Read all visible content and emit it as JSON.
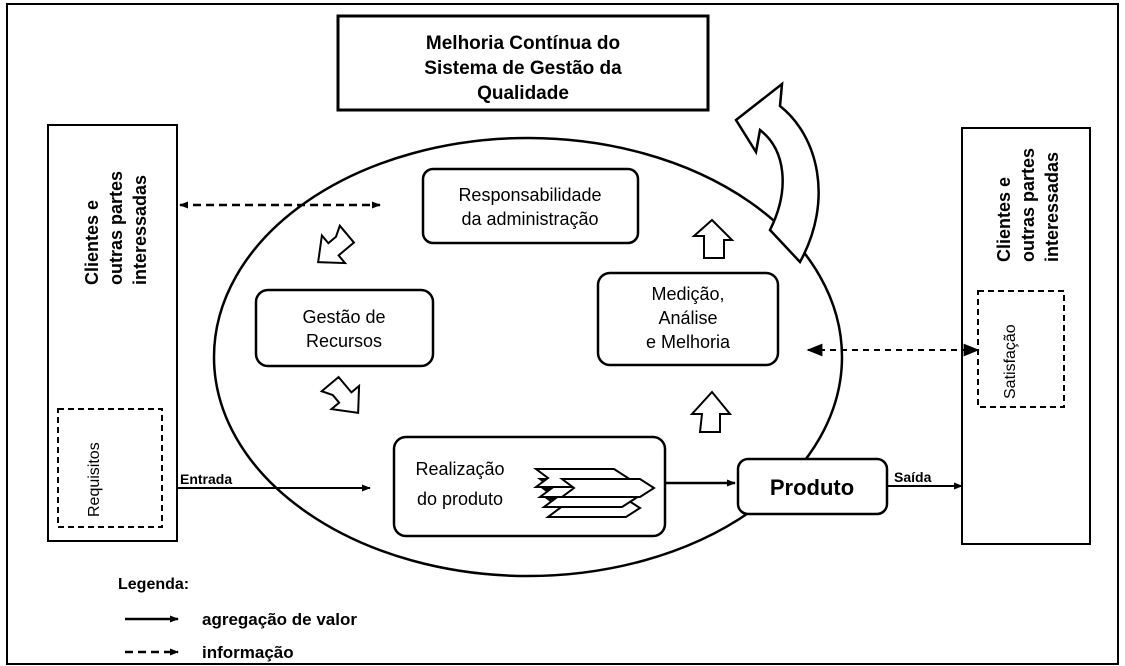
{
  "title_box": {
    "line1": "Melhoria Contínua do",
    "line2": "Sistema de Gestão da",
    "line3": "Qualidade"
  },
  "left_side": {
    "line1": "Clientes e",
    "line2": "outras partes",
    "line3": "interessadas",
    "inner_label": "Requisitos"
  },
  "right_side": {
    "line1": "Clientes e",
    "line2": "outras partes",
    "line3": "interessadas",
    "inner_label": "Satisfação"
  },
  "process": {
    "responsabilidade": {
      "line1": "Responsabilidade",
      "line2": "da administração"
    },
    "gestao": {
      "line1": "Gestão de",
      "line2": "Recursos"
    },
    "medicao": {
      "line1": "Medição,",
      "line2": "Análise",
      "line3": "e Melhoria"
    },
    "realizacao": {
      "line1": "Realização",
      "line2": "do produto"
    },
    "produto": "Produto"
  },
  "flow_labels": {
    "entrada": "Entrada",
    "saida": "Saída"
  },
  "legend": {
    "title": "Legenda:",
    "value_added": "agregação de valor",
    "information": "informação"
  }
}
